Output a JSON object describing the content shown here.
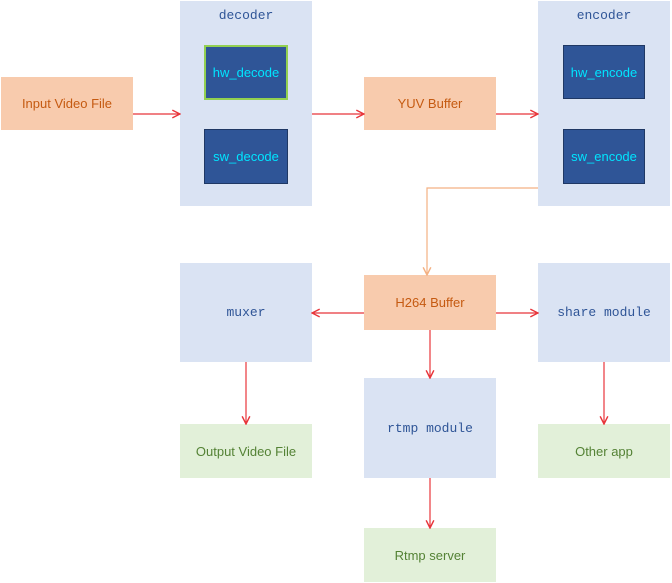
{
  "nodes": {
    "input_video_file": "Input Video File",
    "decoder": "decoder",
    "hw_decode": "hw_decode",
    "sw_decode": "sw_decode",
    "yuv_buffer": "YUV Buffer",
    "encoder": "encoder",
    "hw_encode": "hw_encode",
    "sw_encode": "sw_encode",
    "muxer": "muxer",
    "h264_buffer": "H264 Buffer",
    "share_module": "share module",
    "output_video_file": "Output Video File",
    "rtmp_module": "rtmp module",
    "other_app": "Other app",
    "rtmp_server": "Rtmp server"
  },
  "colors": {
    "arrow_red": "#e8353b",
    "arrow_orange": "#f4b183",
    "orange_fill": "#f8cbad",
    "module_fill": "#dae3f3",
    "green_fill": "#e2f0d9",
    "inner_fill": "#2f5597"
  }
}
